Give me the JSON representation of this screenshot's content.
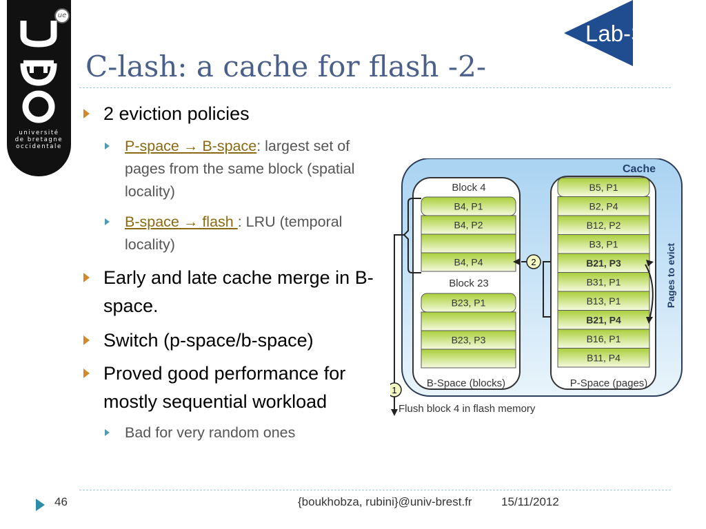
{
  "logo": {
    "ubo_lines": [
      "université",
      "de bretagne",
      "occidentale"
    ],
    "lab_name": "Lab-STICC",
    "ue_mark": "ue"
  },
  "slide": {
    "title": "C-lash: a cache for flash -2-",
    "bullets": [
      {
        "text": "2 eviction policies",
        "sub": [
          {
            "link": "P-space → B-space",
            "rest": ": largest set of pages from the same block (spatial locality)"
          },
          {
            "link": "B-space → flash ",
            "rest": ": LRU (temporal locality)"
          }
        ]
      },
      {
        "text": "Early and late cache merge in B-space."
      },
      {
        "text": "Switch (p-space/b-space)"
      },
      {
        "text": "Proved good performance for mostly sequential workload",
        "sub": [
          {
            "text": "Bad for very random ones"
          }
        ]
      }
    ]
  },
  "diagram": {
    "cache_label": "Cache",
    "bspace_label": "B-Space (blocks)",
    "pspace_label": "P-Space (pages)",
    "block4_label": "Block 4",
    "block23_label": "Block 23",
    "block4_rows": [
      "B4, P1",
      "B4, P2",
      "",
      "B4, P4"
    ],
    "block23_rows": [
      "B23, P1",
      "",
      "B23, P3",
      ""
    ],
    "pspace_rows": [
      "B5, P1",
      "B2, P4",
      "B12, P2",
      "B3, P1",
      "B21, P3",
      "B31, P1",
      "B13, P1",
      "B21, P4",
      "B16, P1",
      "B11, P4"
    ],
    "pages_to_evict": "Pages to evict",
    "step1": "1",
    "step2": "2",
    "flush_label": "Flush block 4 in flash memory",
    "colors": {
      "cache_bg": "#cfe6f7",
      "green_dark": "#a9cf3a",
      "green_light": "#f3f8d8"
    }
  },
  "footer": {
    "page": "46",
    "authors": "{boukhobza, rubini}@univ-brest.fr",
    "date": "15/11/2012"
  }
}
